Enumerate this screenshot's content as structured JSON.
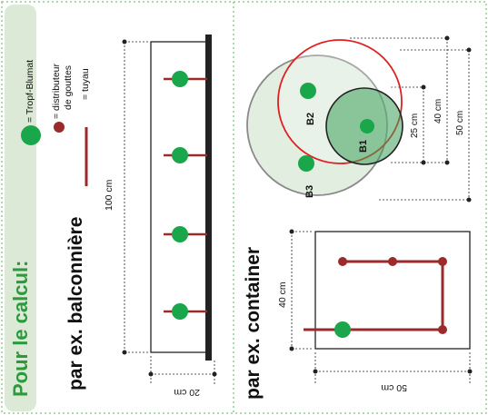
{
  "title": "Pour le calcul:",
  "legend": {
    "blumat": "= Tropf-Blumat",
    "distributor_line1": "= distributeur",
    "distributor_line2": "de gouttes",
    "pipe": "= tuyau"
  },
  "balcony": {
    "title": "par ex. balconnière",
    "height_label": "100 cm",
    "width_label": "20 cm"
  },
  "circles": {
    "b1": "B1",
    "b2": "B2",
    "b3": "B3",
    "dim_25": "25 cm",
    "dim_40": "40 cm",
    "dim_50": "50 cm"
  },
  "container": {
    "title": "par ex. container",
    "height_label": "40 cm",
    "width_label": "50 cm"
  },
  "colors": {
    "green": "#1aa64a",
    "red": "#9b2a2a",
    "circle_red": "#e02020",
    "light_green": "#dbe9d6",
    "mid_green": "#7fc28f",
    "title_green": "#2a9a3c",
    "dots": "#8fcf8f"
  }
}
